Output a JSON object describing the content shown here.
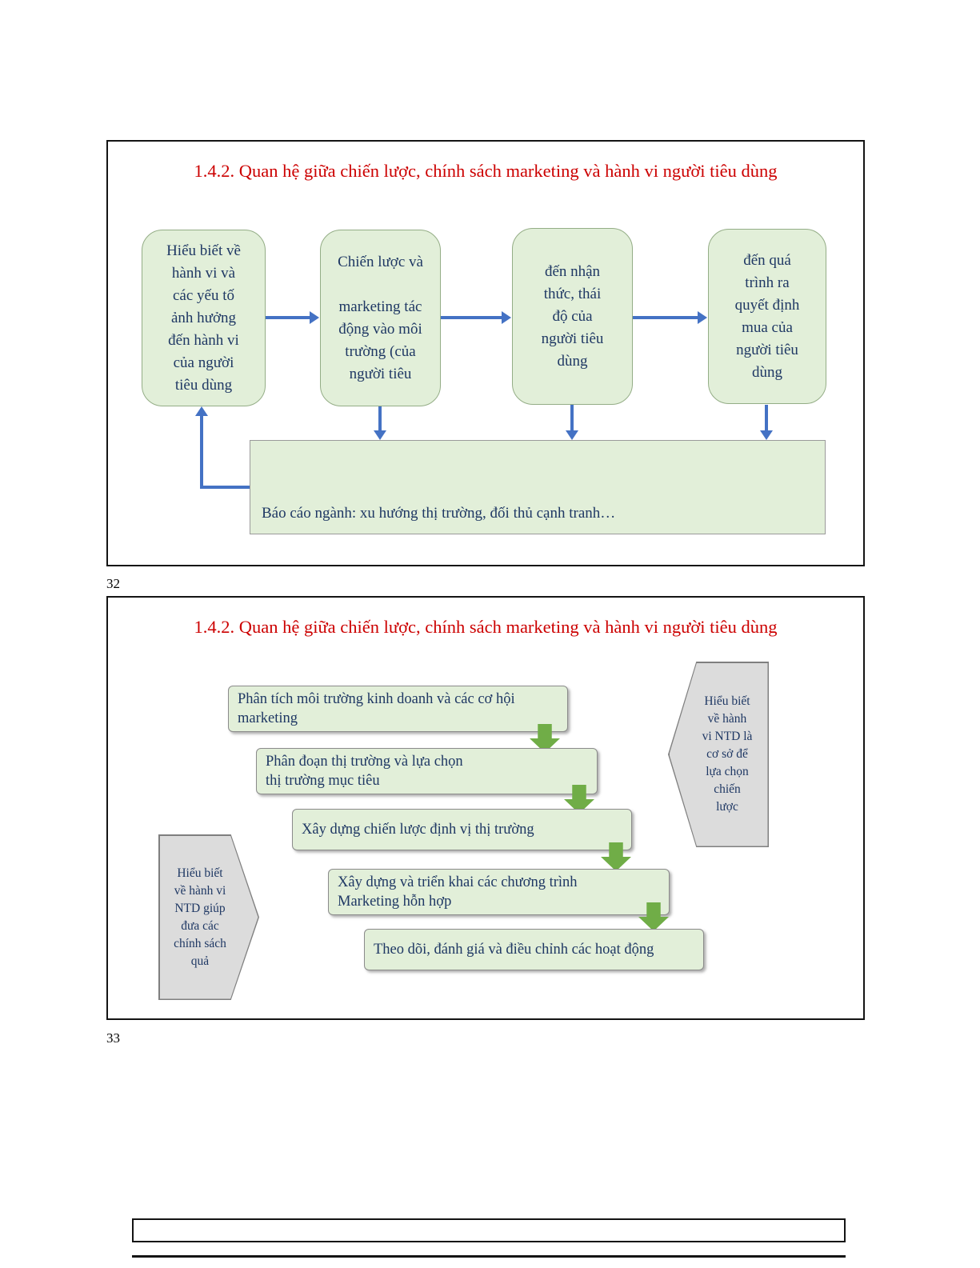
{
  "page": {
    "slide1_number": "32",
    "slide2_number": "33"
  },
  "slide1": {
    "title": "1.4.2. Quan hệ giữa chiến lược, chính sách marketing và hành vi người tiêu dùng",
    "flow_boxes": [
      "Hiểu biết về\nhành vi và\ncác yếu tố\nảnh hưởng\nđến hành vi\ncủa người\ntiêu dùng",
      "Chiến lược và\n\nmarketing tác\nđộng vào môi\ntrường (của\nngười tiêu",
      "đến nhận\nthức, thái\nđộ của\nngười tiêu\ndùng",
      "đến quá\ntrình ra\nquyết định\nmua của\nngười tiêu\ndùng"
    ],
    "report_box": "Báo cáo ngành: xu hướng thị trường, đối thủ cạnh tranh…"
  },
  "slide2": {
    "title": "1.4.2. Quan hệ giữa chiến lược, chính sách marketing và hành vi người tiêu dùng",
    "steps": [
      "Phân tích môi trường kinh doanh và các cơ hội\nmarketing",
      "Phân đoạn thị trường và lựa chọn\nthị trường mục tiêu",
      "Xây dựng chiến lược định vị thị trường",
      "Xây dựng và triển khai các chương trình\nMarketing hỗn hợp",
      "Theo dõi, đánh giá và điều chỉnh các hoạt động"
    ],
    "right_callout": "Hiểu biết\nvề hành\nvi NTD là\ncơ sở để\nlựa chọn\nchiến\nlược",
    "left_callout": "Hiểu biết\nvề hành vi\nNTD giúp\nđưa các\nchính sách\nquả"
  },
  "colors": {
    "title_red": "#cc0000",
    "box_fill": "#e2efd9",
    "box_text": "#1f3864",
    "arrow_blue": "#4472c4",
    "step_green": "#70ad47",
    "callout_fill": "#dcdcdc"
  }
}
